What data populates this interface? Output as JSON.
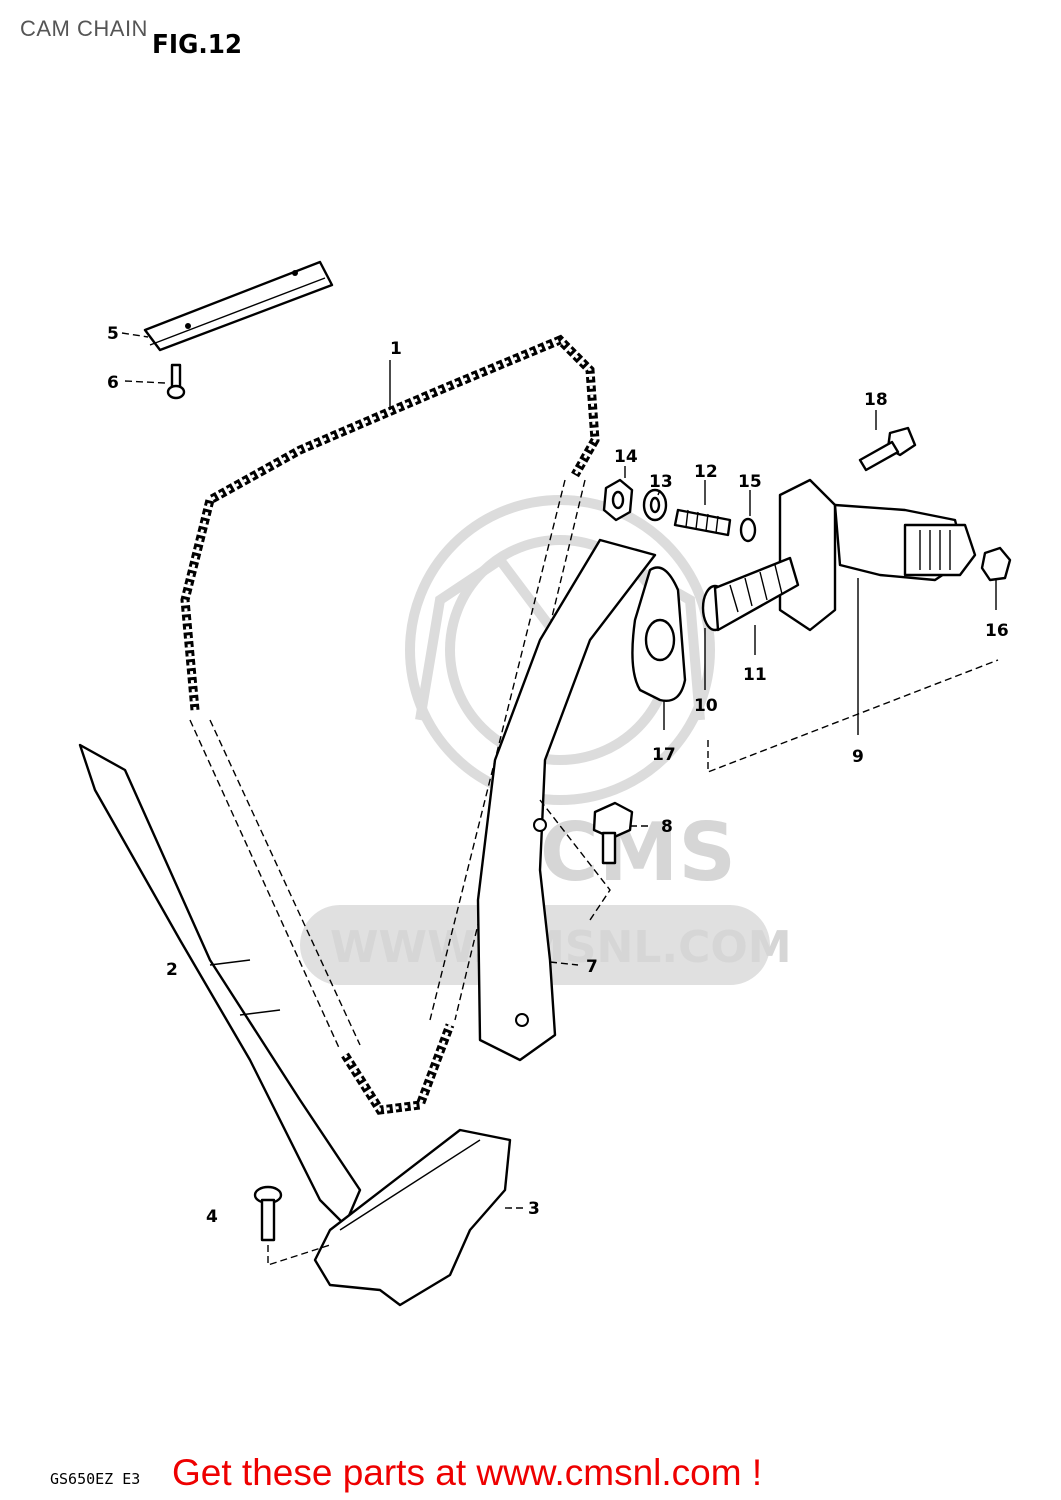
{
  "header": {
    "title": "CAM CHAIN"
  },
  "figure": {
    "label": "FIG.12",
    "model_code": "GS650EZ  E3",
    "callouts": [
      "1",
      "2",
      "3",
      "4",
      "5",
      "6",
      "7",
      "8",
      "9",
      "10",
      "11",
      "12",
      "13",
      "14",
      "15",
      "16",
      "17",
      "18"
    ]
  },
  "watermark": {
    "text": "WWW.CMSNL.COM",
    "logo_text": "CMS"
  },
  "footer": {
    "cta_text": "Get these parts at www.cmsnl.com !"
  },
  "colors": {
    "cta": "#ee0000",
    "watermark": "#dcdcdc",
    "line": "#000000"
  }
}
